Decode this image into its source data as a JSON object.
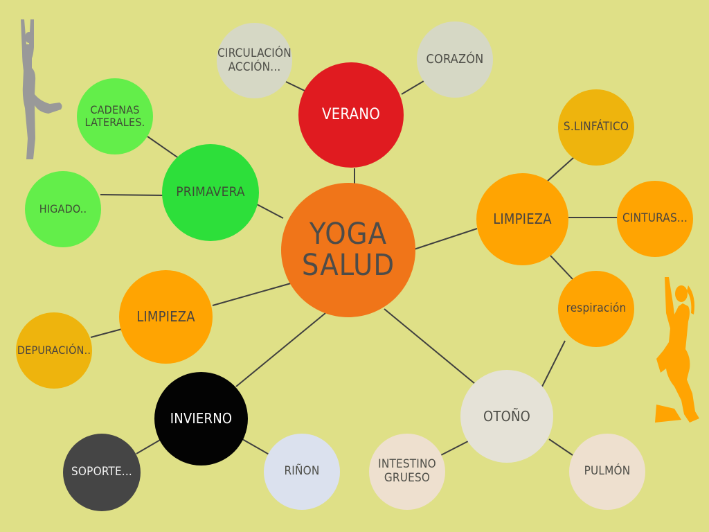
{
  "diagram": {
    "center": {
      "line1": "YOGA",
      "line2": "SALUD",
      "color": "#f07519"
    },
    "nodes": {
      "verano": {
        "label": "VERANO",
        "color": "#e01b20"
      },
      "circulacion": {
        "label": "CIRCULACIÓN\nACCIÓN...",
        "color": "#d6d8c5"
      },
      "corazon": {
        "label": "CORAZÓN",
        "color": "#d6d8c5"
      },
      "primavera": {
        "label": "PRIMAVERA",
        "color": "#2ddf3a"
      },
      "cadenas": {
        "label": "CADENAS\nLATERALES.",
        "color": "#63ee4a"
      },
      "higado": {
        "label": "HIGADO..",
        "color": "#63ee4a"
      },
      "limpieza_right": {
        "label": "LIMPIEZA",
        "color": "#ffa402"
      },
      "linfatico": {
        "label": "S.LINFÁTICO",
        "color": "#eeb40d"
      },
      "cinturas": {
        "label": "CINTURAS...",
        "color": "#ffa402"
      },
      "respiracion": {
        "label": "respiración",
        "color": "#ffa402"
      },
      "limpieza_left": {
        "label": "LIMPIEZA",
        "color": "#ffa402"
      },
      "depuracion": {
        "label": "DEPURACIÓN..",
        "color": "#eeb40d"
      },
      "invierno": {
        "label": "INVIERNO",
        "color": "#030303"
      },
      "soporte": {
        "label": "SOPORTE...",
        "color": "#454545"
      },
      "rinon": {
        "label": "RIÑON",
        "color": "#dbe1ee"
      },
      "otono": {
        "label": "OTOÑO",
        "color": "#e5e2d7"
      },
      "intestino": {
        "label": "INTESTINO\nGRUESO",
        "color": "#eee0cf"
      },
      "pulmon": {
        "label": "PULMÓN",
        "color": "#eee0cf"
      }
    },
    "illustrations": {
      "left": {
        "icon": "yoga-tree-pose-grey-icon",
        "color": "#999999"
      },
      "right": {
        "icon": "yoga-chair-pose-orange-icon",
        "color": "#ffa402"
      }
    },
    "background": "#dfe087"
  }
}
